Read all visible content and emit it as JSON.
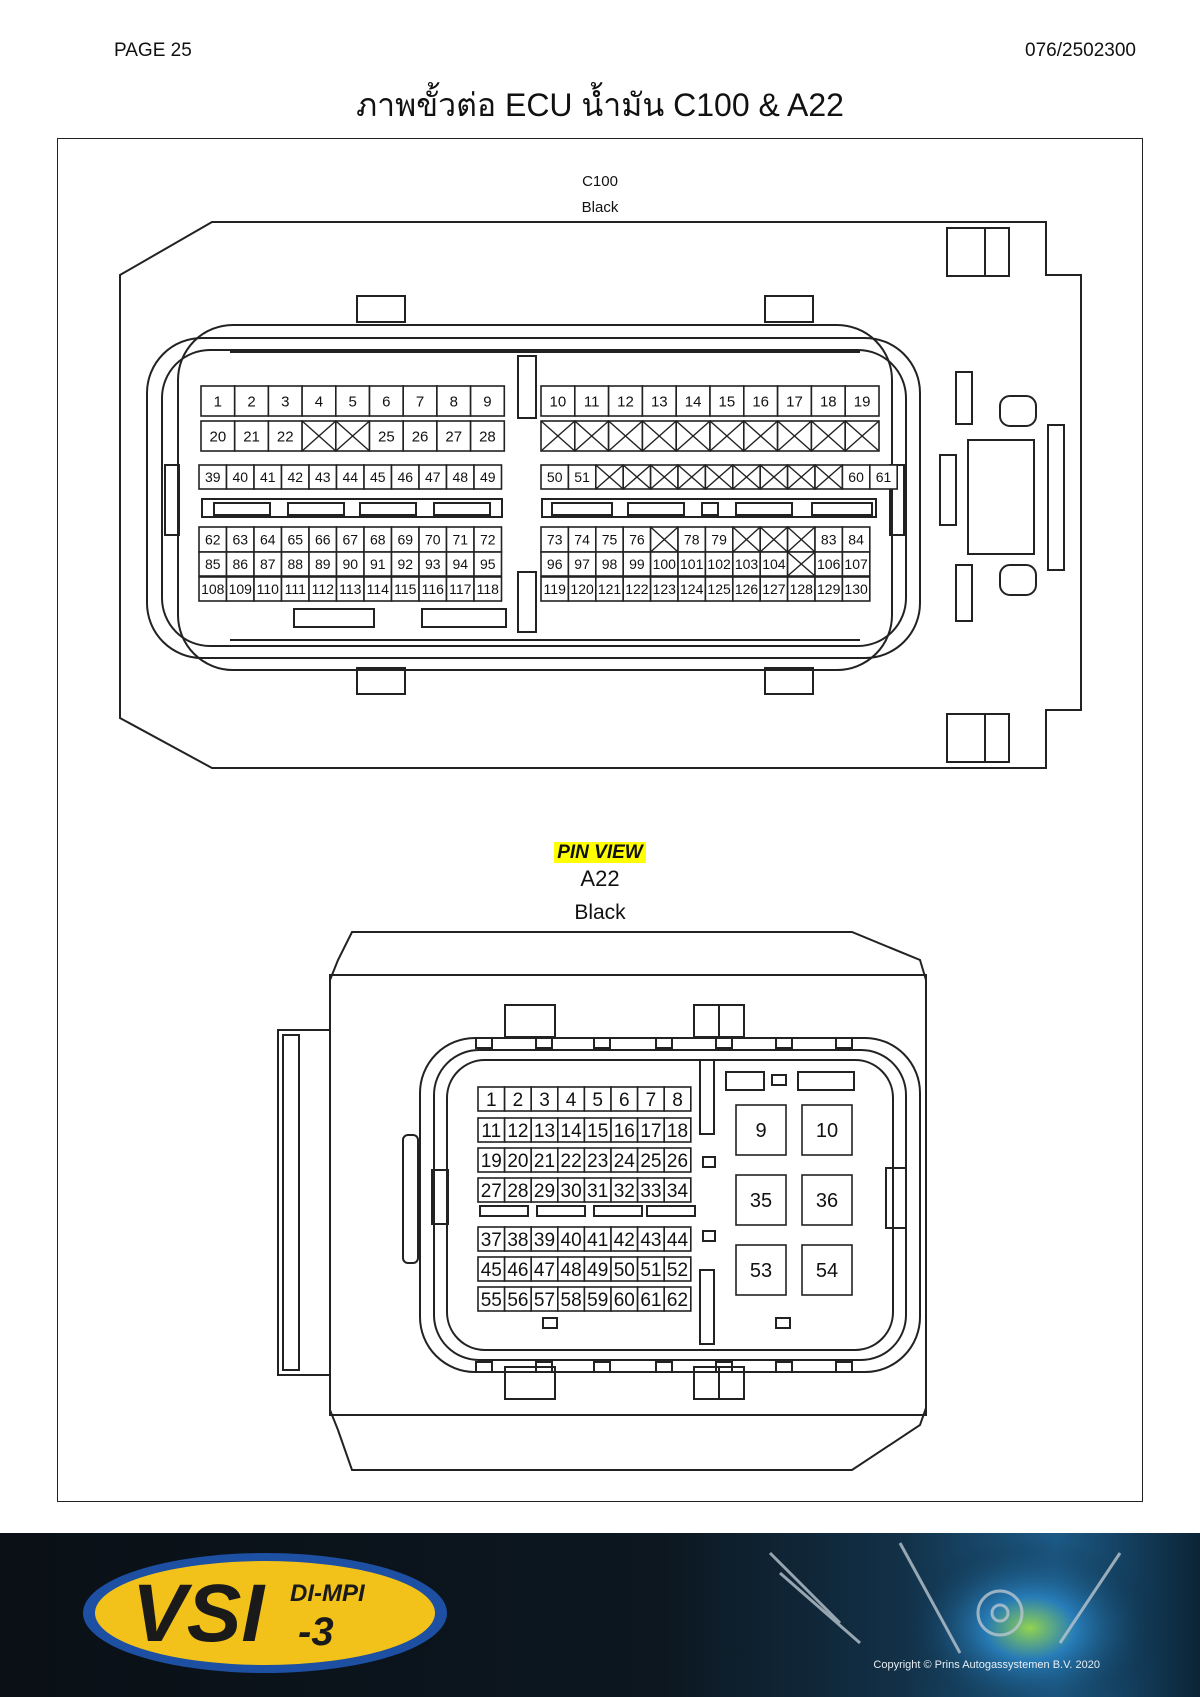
{
  "page": {
    "number": "PAGE 25",
    "phone": "076/2502300",
    "title": "ภาพขั้วต่อ ECU น้ำมัน C100 & A22"
  },
  "c100": {
    "name": "C100",
    "color": "Black",
    "rows": [
      {
        "id": "r1",
        "cells": [
          "1",
          "2",
          "3",
          "4",
          "5",
          "6",
          "7",
          "8",
          "9",
          "10",
          "11",
          "12",
          "13",
          "14",
          "15",
          "16",
          "17",
          "18",
          "19"
        ]
      },
      {
        "id": "r2",
        "cells": [
          "20",
          "21",
          "22",
          "X",
          "X",
          "25",
          "26",
          "27",
          "28",
          "X",
          "X",
          "X",
          "X",
          "X",
          "X",
          "X",
          "X",
          "X",
          "X"
        ]
      },
      {
        "id": "r3",
        "cells": [
          "39",
          "40",
          "41",
          "42",
          "43",
          "44",
          "45",
          "46",
          "47",
          "48",
          "49",
          "50",
          "51",
          "X",
          "X",
          "X",
          "X",
          "X",
          "X",
          "X",
          "X",
          "X",
          "60",
          "61"
        ]
      },
      {
        "id": "r4",
        "cells": [
          "62",
          "63",
          "64",
          "65",
          "66",
          "67",
          "68",
          "69",
          "70",
          "71",
          "72",
          "73",
          "74",
          "75",
          "76",
          "X",
          "78",
          "79",
          "X",
          "X",
          "X",
          "83",
          "84"
        ]
      },
      {
        "id": "r5",
        "cells": [
          "85",
          "86",
          "87",
          "88",
          "89",
          "90",
          "91",
          "92",
          "93",
          "94",
          "95",
          "96",
          "97",
          "98",
          "99",
          "100",
          "101",
          "102",
          "103",
          "104",
          "X",
          "106",
          "107"
        ]
      },
      {
        "id": "r6",
        "cells": [
          "108",
          "109",
          "110",
          "111",
          "112",
          "113",
          "114",
          "115",
          "116",
          "117",
          "118",
          "119",
          "120",
          "121",
          "122",
          "123",
          "124",
          "125",
          "126",
          "127",
          "128",
          "129",
          "130"
        ]
      }
    ]
  },
  "a22": {
    "view_label": "PIN VIEW",
    "name": "A22",
    "color": "Black",
    "rows": [
      [
        "1",
        "2",
        "3",
        "4",
        "5",
        "6",
        "7",
        "8"
      ],
      [
        "11",
        "12",
        "13",
        "14",
        "15",
        "16",
        "17",
        "18"
      ],
      [
        "19",
        "20",
        "21",
        "22",
        "23",
        "24",
        "25",
        "26"
      ],
      [
        "27",
        "28",
        "29",
        "30",
        "31",
        "32",
        "33",
        "34"
      ],
      [
        "37",
        "38",
        "39",
        "40",
        "41",
        "42",
        "43",
        "44"
      ],
      [
        "45",
        "46",
        "47",
        "48",
        "49",
        "50",
        "51",
        "52"
      ],
      [
        "55",
        "56",
        "57",
        "58",
        "59",
        "60",
        "61",
        "62"
      ]
    ],
    "big_pins": [
      "9",
      "10",
      "35",
      "36",
      "53",
      "54"
    ]
  },
  "footer": {
    "logo_main": "VSI",
    "logo_sup": "DI-MPI",
    "logo_sub": "-3",
    "copyright": "Copyright © Prins Autogassystemen B.V. 2020"
  },
  "colors": {
    "highlight": "#ffff00",
    "logo_yellow": "#f2c21a",
    "logo_blue": "#1d4fa3"
  }
}
